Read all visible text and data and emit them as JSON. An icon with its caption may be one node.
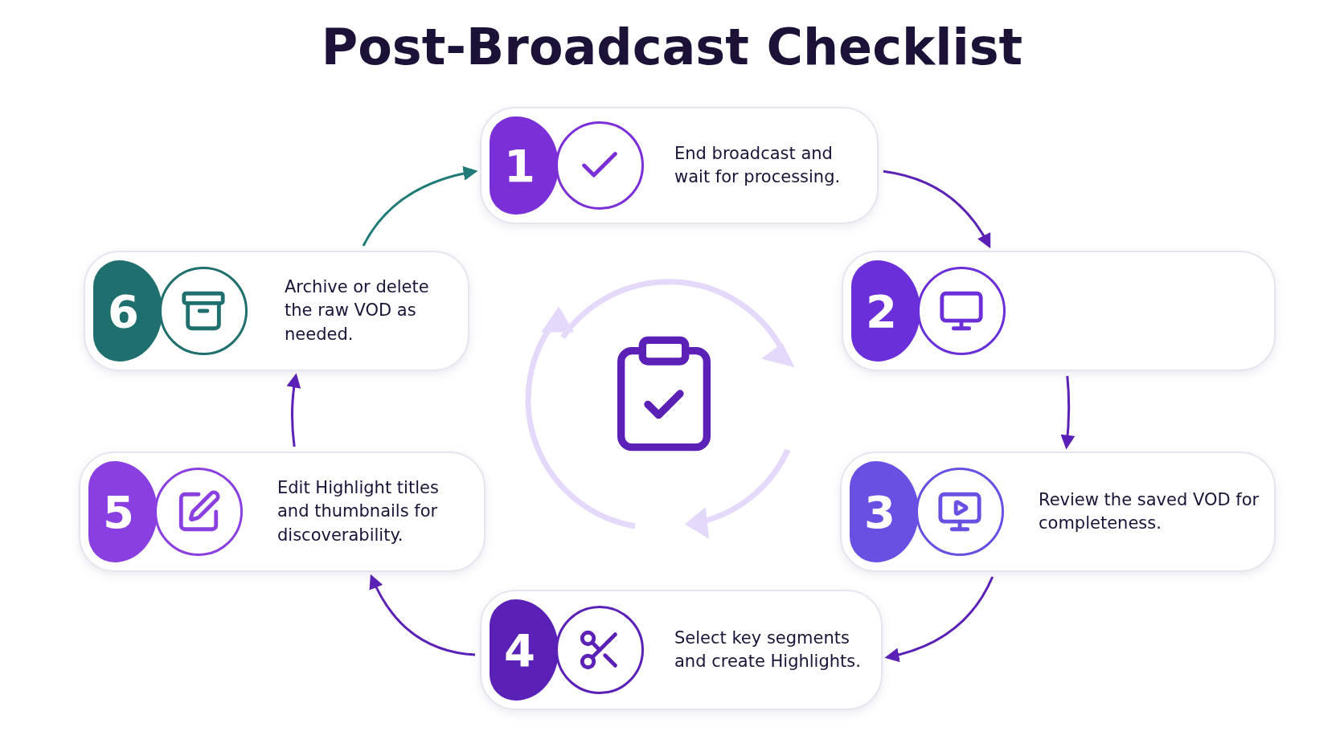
{
  "diagram": {
    "title": "Post-Broadcast Checklist",
    "nodes": [
      {
        "text": [
          "1",
          "End broadcast and wait for processing."
        ]
      },
      {
        "text": [
          "2"
        ]
      },
      {
        "text": [
          "3",
          "Review the saved VOD for completeness."
        ]
      },
      {
        "text": [
          "4",
          "Select key segments and create Highlights."
        ]
      },
      {
        "text": [
          "5",
          "Edit Highlight titles and thumbnails for discoverability."
        ]
      },
      {
        "text": [
          "6",
          "Archive or delete the raw VOD as needed."
        ]
      }
    ],
    "edges": [
      {
        "from": 0,
        "to": 1,
        "arrow": "to"
      },
      {
        "from": 1,
        "to": 2,
        "arrow": "to"
      },
      {
        "from": 2,
        "to": 3,
        "arrow": "to"
      },
      {
        "from": 3,
        "to": 4,
        "arrow": "to"
      },
      {
        "from": 4,
        "to": 5,
        "arrow": "to"
      },
      {
        "from": 5,
        "to": 0,
        "arrow": "to",
        "color": "#1f7a78"
      }
    ]
  }
}
